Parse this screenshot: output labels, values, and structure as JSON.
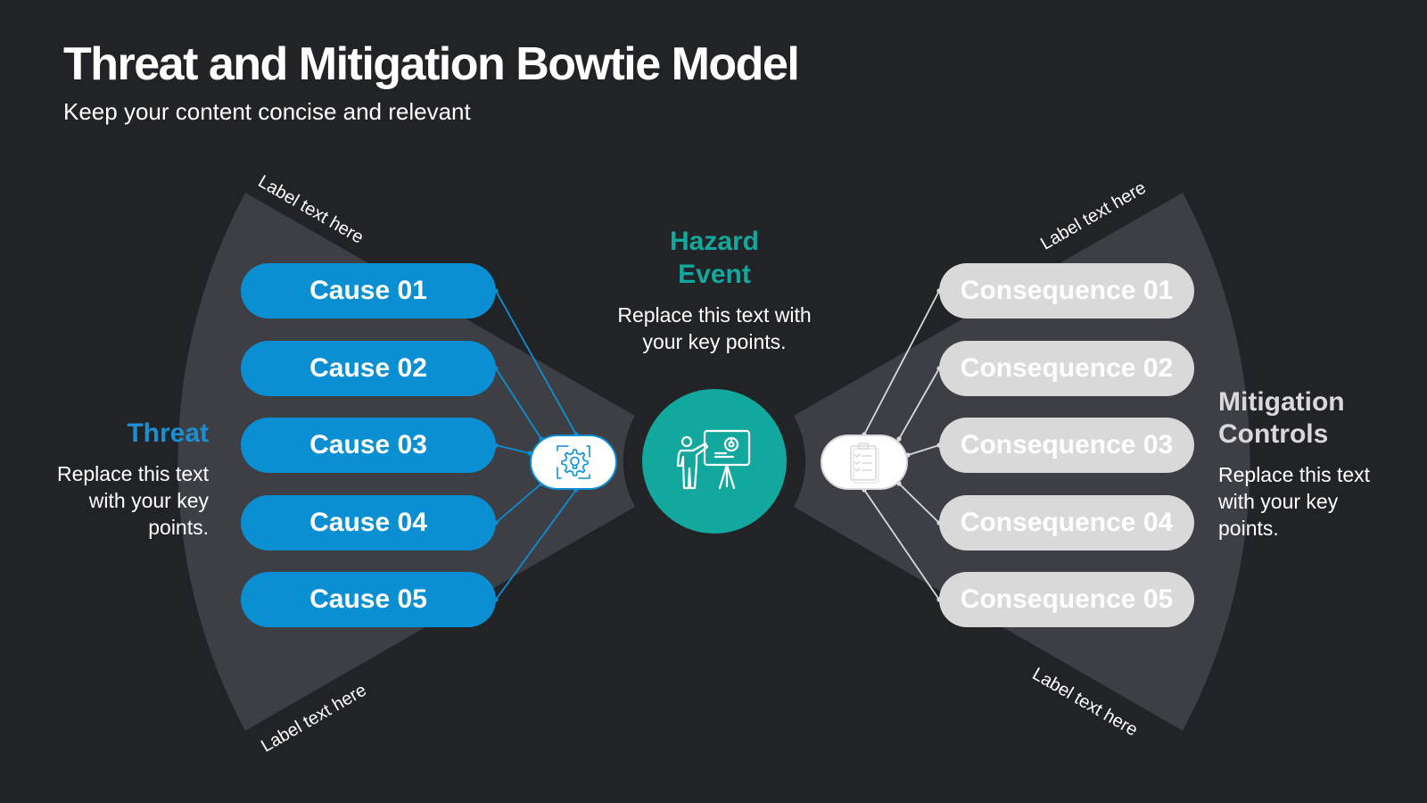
{
  "header": {
    "title": "Threat and Mitigation Bowtie Model",
    "subtitle": "Keep your content concise and relevant"
  },
  "threat": {
    "heading": "Threat",
    "text": "Replace this text with your key points.",
    "color": "#0b8fd3",
    "causes": [
      {
        "label": "Cause 01"
      },
      {
        "label": "Cause 02"
      },
      {
        "label": "Cause 03"
      },
      {
        "label": "Cause 04"
      },
      {
        "label": "Cause 05"
      }
    ],
    "label_top": "Label text here",
    "label_bottom": "Label text here",
    "node_icon": "gear-lightbulb-icon"
  },
  "hazard": {
    "heading_line1": "Hazard",
    "heading_line2": "Event",
    "text": "Replace this text with your key points.",
    "color": "#12a89d",
    "icon": "presentation-icon"
  },
  "mitigation": {
    "heading_line1": "Mitigation",
    "heading_line2": "Controls",
    "text": "Replace this text with your key points.",
    "color": "#d9d9d9",
    "consequences": [
      {
        "label": "Consequence 01"
      },
      {
        "label": "Consequence 02"
      },
      {
        "label": "Consequence 03"
      },
      {
        "label": "Consequence 04"
      },
      {
        "label": "Consequence 05"
      }
    ],
    "label_top": "Label text here",
    "label_bottom": "Label text here",
    "node_icon": "clipboard-checklist-icon"
  },
  "colors": {
    "background": "#222326",
    "fan": "#3e3f45"
  }
}
